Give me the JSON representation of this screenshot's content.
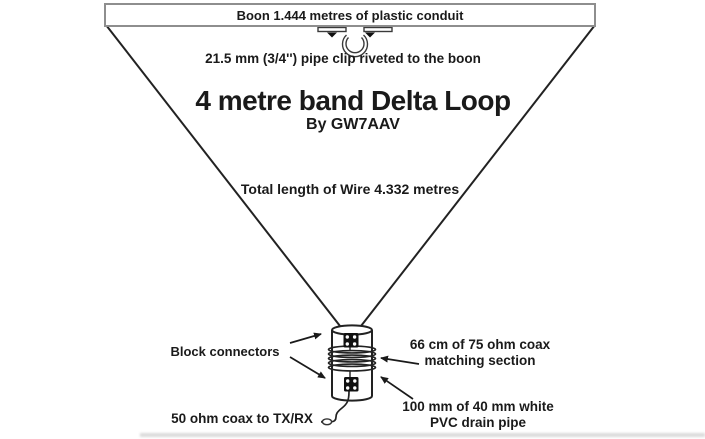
{
  "diagram": {
    "boom_label": "Boon 1.444 metres of plastic conduit",
    "clip_label": "21.5 mm (3/4'') pipe clip riveted to the boon",
    "title": "4 metre band Delta Loop",
    "byline": "By GW7AAV",
    "wire_length_label": "Total length of Wire 4.332 metres",
    "block_connectors_label": "Block connectors",
    "matching_section_label": "66 cm of 75 ohm coax\nmatching section",
    "feed_coax_label": "50 ohm coax to TX/RX",
    "pvc_pipe_label": "100 mm of 40 mm white\nPVC drain pipe",
    "icons": {
      "pipe_clip": "pipe-clip-icon",
      "coax_plug": "coax-plug-icon",
      "arrows": "pointer-arrow-icons"
    },
    "colors": {
      "ink": "#1a1a1a",
      "boom_border": "#8e8e8e",
      "background": "#ffffff"
    }
  }
}
